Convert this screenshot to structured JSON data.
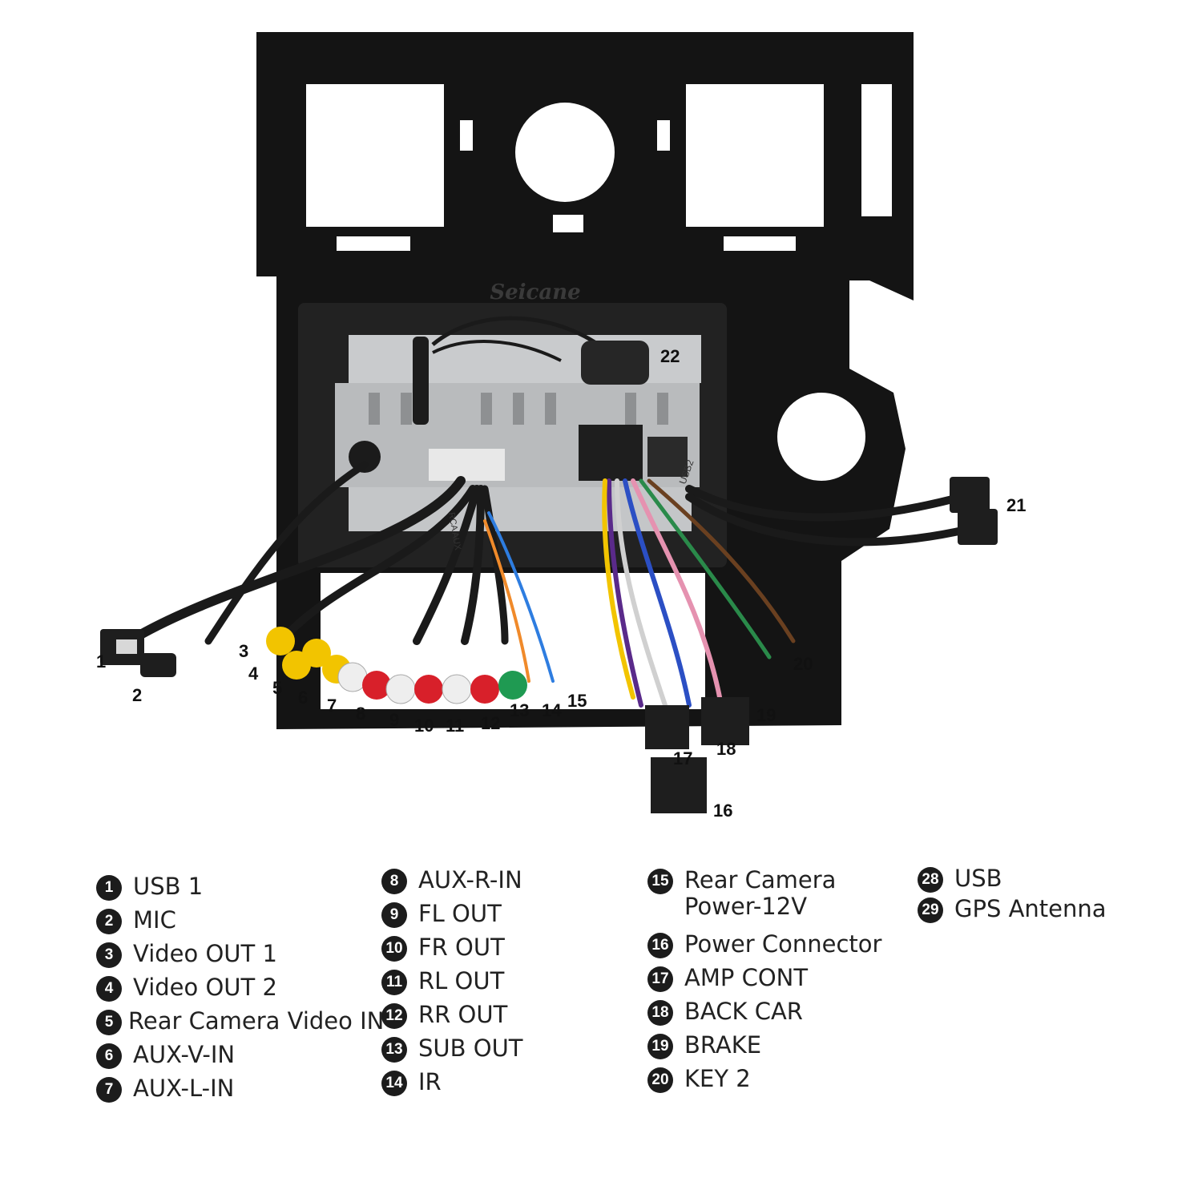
{
  "brand": {
    "watermark": "Seicane"
  },
  "cable_tags": {
    "usb2_tag": "USB2",
    "rca_tag": "RCA AUX"
  },
  "callouts": [
    {
      "num": "1"
    },
    {
      "num": "2"
    },
    {
      "num": "3"
    },
    {
      "num": "4"
    },
    {
      "num": "5"
    },
    {
      "num": "6"
    },
    {
      "num": "7"
    },
    {
      "num": "8"
    },
    {
      "num": "9"
    },
    {
      "num": "10"
    },
    {
      "num": "11"
    },
    {
      "num": "12"
    },
    {
      "num": "13"
    },
    {
      "num": "14"
    },
    {
      "num": "15"
    },
    {
      "num": "16"
    },
    {
      "num": "17"
    },
    {
      "num": "18"
    },
    {
      "num": "19"
    },
    {
      "num": "20"
    },
    {
      "num": "21"
    },
    {
      "num": "22"
    }
  ],
  "legend": {
    "col1": [
      {
        "num": "1",
        "label": "USB 1"
      },
      {
        "num": "2",
        "label": "MIC"
      },
      {
        "num": "3",
        "label": "Video OUT 1"
      },
      {
        "num": "4",
        "label": "Video OUT 2"
      },
      {
        "num": "5",
        "label": "Rear Camera Video IN"
      },
      {
        "num": "6",
        "label": "AUX-V-IN"
      },
      {
        "num": "7",
        "label": "AUX-L-IN"
      }
    ],
    "col2": [
      {
        "num": "8",
        "label": "AUX-R-IN"
      },
      {
        "num": "9",
        "label": "FL OUT"
      },
      {
        "num": "10",
        "label": "FR OUT"
      },
      {
        "num": "11",
        "label": "RL OUT"
      },
      {
        "num": "12",
        "label": "RR OUT"
      },
      {
        "num": "13",
        "label": "SUB OUT"
      },
      {
        "num": "14",
        "label": "IR"
      }
    ],
    "col3": [
      {
        "num": "15",
        "label": "Rear Camera Power-12V"
      },
      {
        "num": "16",
        "label": "Power Connector"
      },
      {
        "num": "17",
        "label": "AMP CONT"
      },
      {
        "num": "18",
        "label": "BACK CAR"
      },
      {
        "num": "19",
        "label": "BRAKE"
      },
      {
        "num": "20",
        "label": "KEY 2"
      }
    ],
    "col4": [
      {
        "num": "28",
        "label": "USB"
      },
      {
        "num": "29",
        "label": "GPS Antenna"
      }
    ]
  },
  "colors": {
    "frame": "#141414",
    "chassis": "#b9bbbd",
    "cable": "#1a1a1a",
    "rca_yellow": "#f2c400",
    "rca_white": "#eeeeee",
    "rca_red": "#d8202a",
    "rca_green": "#1f9a52"
  }
}
